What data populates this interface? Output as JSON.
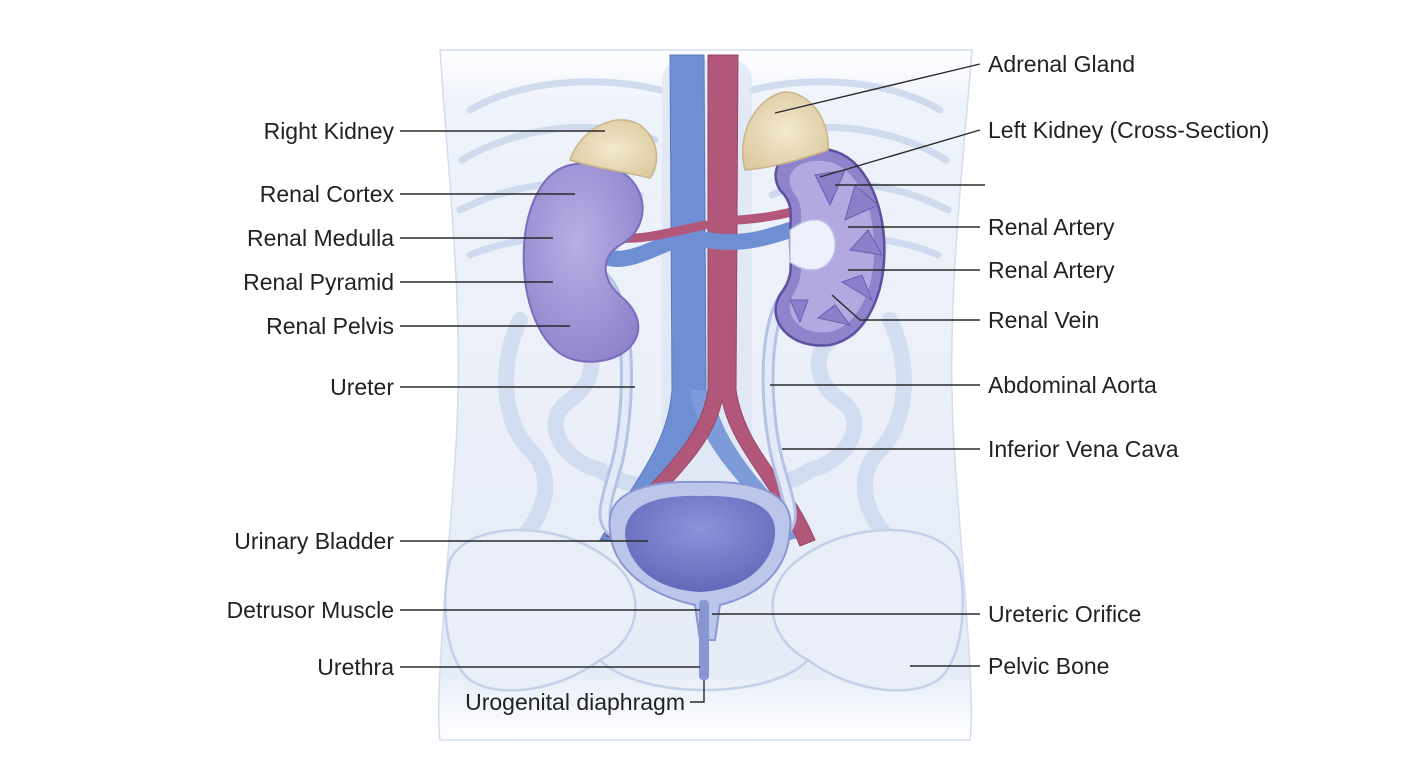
{
  "labels": {
    "right_kidney": "Right Kidney",
    "renal_cortex": "Renal Cortex",
    "renal_medulla": "Renal Medulla",
    "renal_pyramid": "Renal Pyramid",
    "renal_pelvis": "Renal Pelvis",
    "ureter": "Ureter",
    "urinary_bladder": "Urinary Bladder",
    "detrusor_muscle": "Detrusor Muscle",
    "urethra": "Urethra",
    "urogenital_diaphragm": "Urogenital diaphragm",
    "adrenal_gland": "Adrenal Gland",
    "left_kidney_cross_section": "Left Kidney (Cross-Section)",
    "renal_artery_1": "Renal Artery",
    "renal_artery_2": "Renal Artery",
    "renal_vein": "Renal Vein",
    "abdominal_aorta": "Abdominal Aorta",
    "inferior_vena_cava": "Inferior Vena Cava",
    "ureteric_orifice": "Ureteric Orifice",
    "pelvic_bone": "Pelvic Bone"
  },
  "colors": {
    "background": "#ffffff",
    "torso": "#e8eef8",
    "torso_outline": "#c7d3ea",
    "kidney": "#a59ad8",
    "kidney_outline": "#6f62b0",
    "adrenal": "#eadcbc",
    "vein": "#6f8fd4",
    "artery": "#b2567a",
    "ureter": "#d6def0",
    "bladder": "#7f86cf",
    "bladder_outer": "#bcc6ea",
    "label_text": "#222222",
    "leader_line": "#2a2a2a"
  }
}
